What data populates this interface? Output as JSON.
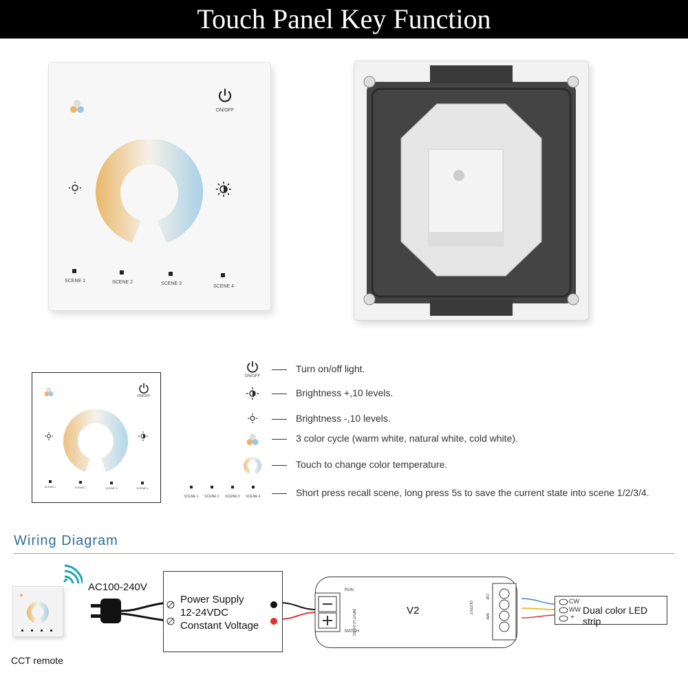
{
  "header": {
    "title": "Touch Panel Key Function"
  },
  "panel": {
    "onoff": "ON/OFF",
    "scenes": [
      "SCENE 1",
      "SCENE 2",
      "SCENE 3",
      "SCENE 4"
    ]
  },
  "legend": {
    "onoff_icon_label": "ON/OFF",
    "items": [
      "Turn on/off  light.",
      "Brightness +,10 levels.",
      "Brightness -,10 levels.",
      "3 color cycle (warm white, natural white, cold white).",
      "Touch to change color temperature.",
      "Short press recall scene, long press 5s to save the current state into scene 1/2/3/4."
    ],
    "scene_labels": [
      "SCENE 1",
      "SCENE 2",
      "SCENE 3",
      "SCENE 4"
    ]
  },
  "wiring": {
    "title": "Wiring Diagram",
    "remote_label": "CCT remote",
    "ac_label": "AC100-240V",
    "psu": [
      "Power Supply",
      "12-24VDC",
      "Constant Voltage"
    ],
    "controller": "V2",
    "run": "RUN",
    "match": "MATCH",
    "input": "INPUT 12-24VDC",
    "output": "OUTPUT",
    "cw": "CW",
    "ww": "WW",
    "strip_cw": "CW",
    "strip_ww": "WW",
    "strip_plus": "+",
    "strip_label": "Dual color LED strip"
  },
  "colors": {
    "warm": "#e9b86a",
    "cold": "#a9d0e6",
    "accent": "#2d6f9e"
  }
}
